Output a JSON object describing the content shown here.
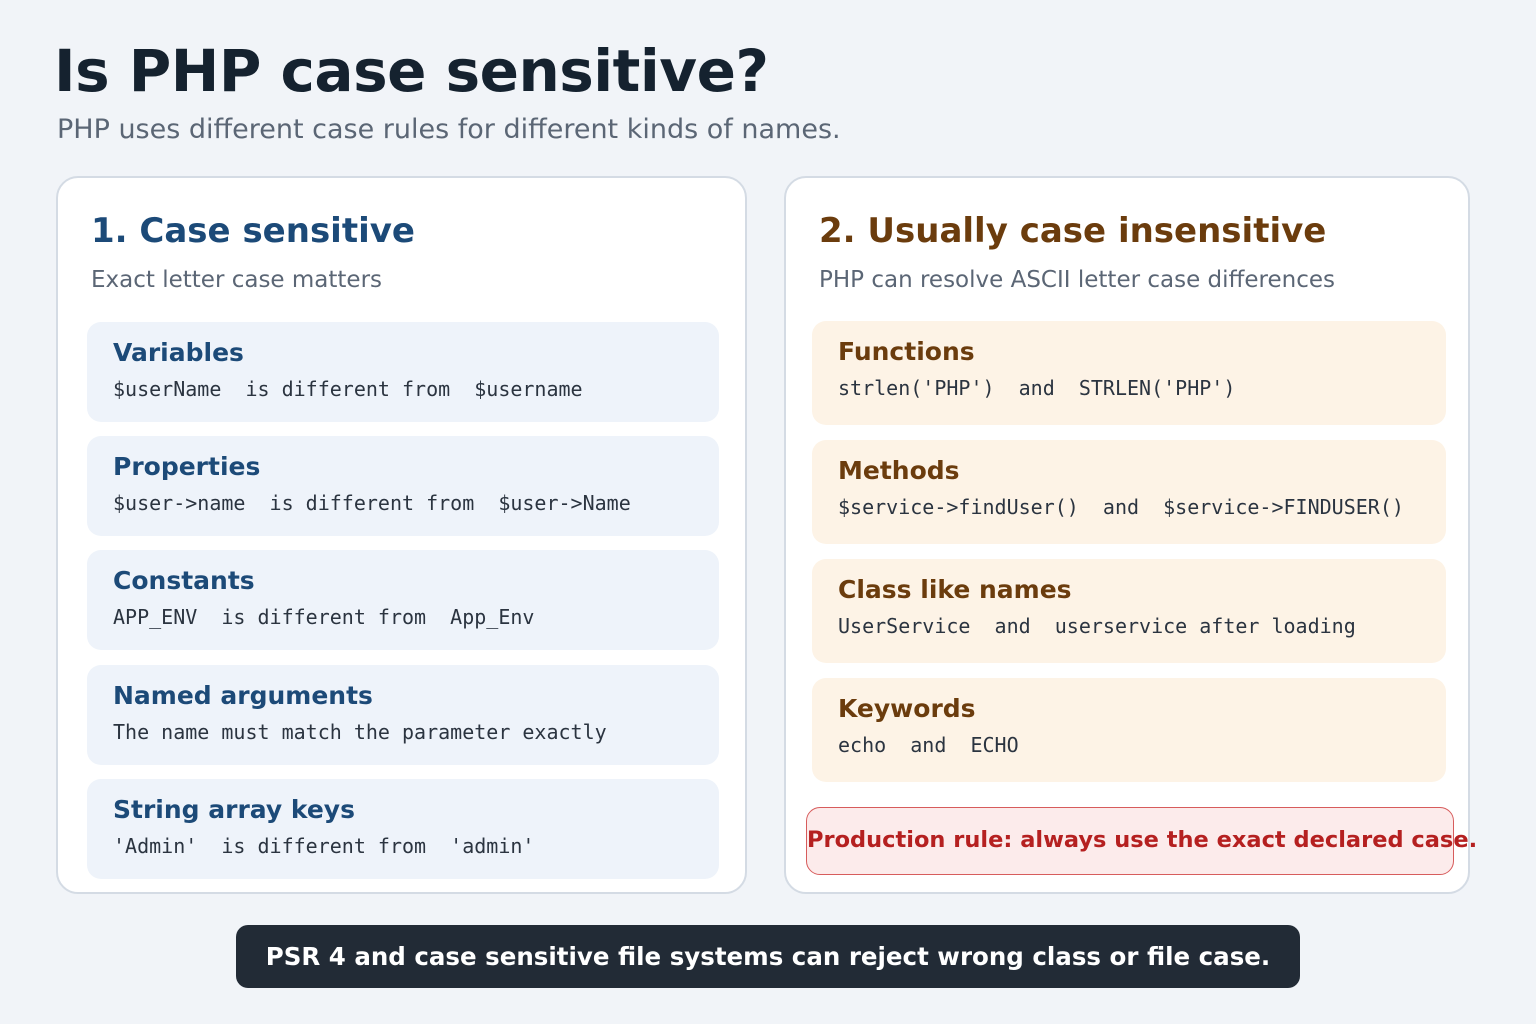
{
  "header": {
    "title": "Is PHP case sensitive?",
    "subtitle": "PHP uses different case rules for different kinds of names."
  },
  "sensitive": {
    "title": "1. Case sensitive",
    "subtitle": "Exact letter case matters",
    "items": [
      {
        "title": "Variables",
        "example": "$userName  is different from  $username"
      },
      {
        "title": "Properties",
        "example": "$user->name  is different from  $user->Name"
      },
      {
        "title": "Constants",
        "example": "APP_ENV  is different from  App_Env"
      },
      {
        "title": "Named arguments",
        "example": "The name must match the parameter exactly"
      },
      {
        "title": "String array keys",
        "example": "'Admin'  is different from  'admin'"
      }
    ]
  },
  "insensitive": {
    "title": "2. Usually case insensitive",
    "subtitle": "PHP can resolve ASCII letter case differences",
    "items": [
      {
        "title": "Functions",
        "example": "strlen('PHP')  and  STRLEN('PHP')"
      },
      {
        "title": "Methods",
        "example": "$service->findUser()  and  $service->FINDUSER()"
      },
      {
        "title": "Class like names",
        "example": "UserService  and  userservice after loading"
      },
      {
        "title": "Keywords",
        "example": "echo  and  ECHO"
      }
    ],
    "production_rule": "Production rule: always use the exact declared case."
  },
  "footer": {
    "note": "PSR 4 and case sensitive file systems can reject wrong class or file case."
  },
  "colors": {
    "sensitive_accent": "#1c4a78",
    "insensitive_accent": "#6b3c0d",
    "warning": "#b52020",
    "banner_background": "#222b36"
  }
}
